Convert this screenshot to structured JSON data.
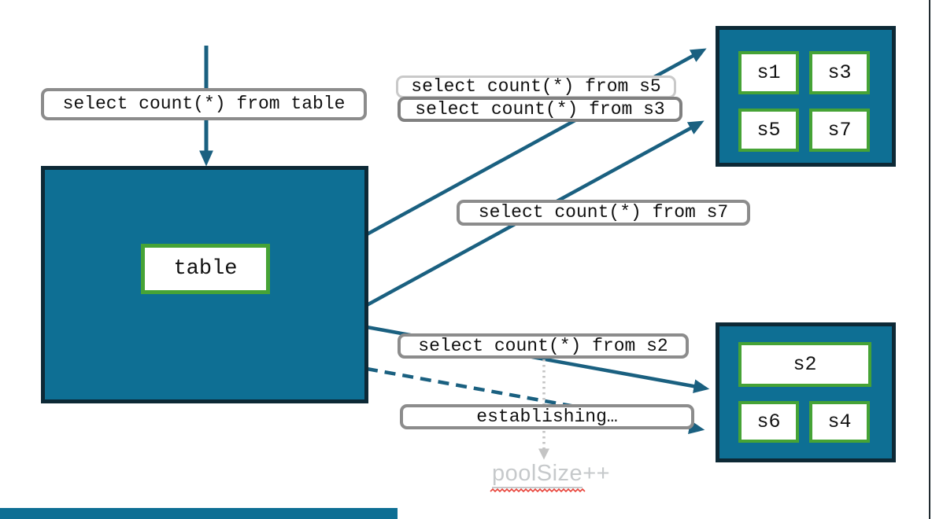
{
  "diagram": {
    "source_query_label": "select count(*) from table",
    "table_label": "table",
    "shard_queries": {
      "s5": "select count(*) from s5",
      "s3": "select count(*) from s3",
      "s7": "select count(*) from s7",
      "s2": "select count(*) from s2"
    },
    "establishing_label": "establishing…",
    "pool_size": {
      "word": "poolSize",
      "suffix": "++"
    },
    "top_shards": [
      "s1",
      "s3",
      "s5",
      "s7"
    ],
    "bottom_shards": [
      "s2",
      "s6",
      "s4"
    ]
  },
  "colors": {
    "teal_fill": "#0E6F94",
    "box_border": "#0D2936",
    "arrow": "#1A6080",
    "green_border": "#46A336",
    "label_border_gray": "#8C8C8C",
    "label_border_light": "#C9C9C9",
    "label_border_mid": "#808080",
    "dotted_arrow_gray": "#C4C4C4",
    "pool_text_gray": "#C6C9CB",
    "squiggle_red": "#E8443B",
    "edge_line": "#202A30"
  }
}
